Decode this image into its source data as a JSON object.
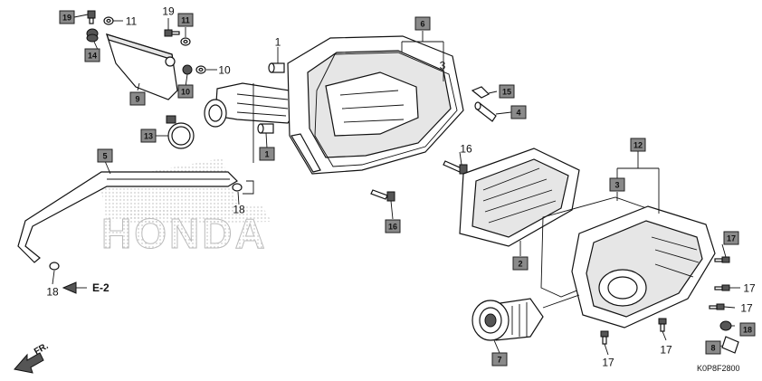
{
  "watermark": {
    "text": "HONDA"
  },
  "diagram_code": "K0P8F2800",
  "direction": {
    "e2": "E-2",
    "fr": "FR."
  },
  "callouts": [
    {
      "num": "19",
      "boxed": true
    },
    {
      "num": "11",
      "boxed": false
    },
    {
      "num": "19",
      "boxed": false
    },
    {
      "num": "11",
      "boxed": true
    },
    {
      "num": "14",
      "boxed": true
    },
    {
      "num": "10",
      "boxed": false
    },
    {
      "num": "10",
      "boxed": true
    },
    {
      "num": "9",
      "boxed": true
    },
    {
      "num": "13",
      "boxed": true
    },
    {
      "num": "5",
      "boxed": true
    },
    {
      "num": "18",
      "boxed": false
    },
    {
      "num": "18",
      "boxed": false
    },
    {
      "num": "1",
      "boxed": false
    },
    {
      "num": "1",
      "boxed": true
    },
    {
      "num": "6",
      "boxed": true
    },
    {
      "num": "3",
      "boxed": false
    },
    {
      "num": "15",
      "boxed": true
    },
    {
      "num": "4",
      "boxed": true
    },
    {
      "num": "16",
      "boxed": false
    },
    {
      "num": "16",
      "boxed": true
    },
    {
      "num": "12",
      "boxed": true
    },
    {
      "num": "3",
      "boxed": true
    },
    {
      "num": "2",
      "boxed": true
    },
    {
      "num": "17",
      "boxed": true
    },
    {
      "num": "17",
      "boxed": false
    },
    {
      "num": "17",
      "boxed": false
    },
    {
      "num": "18",
      "boxed": true
    },
    {
      "num": "8",
      "boxed": true
    },
    {
      "num": "17",
      "boxed": false
    },
    {
      "num": "17",
      "boxed": false
    },
    {
      "num": "7",
      "boxed": true
    }
  ]
}
